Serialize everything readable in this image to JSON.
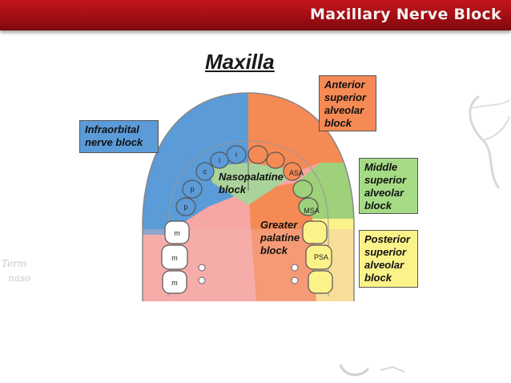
{
  "slide": {
    "title": "Maxillary Nerve Block",
    "heading": "Maxilla"
  },
  "regions": {
    "infraorbital": {
      "label": "Infraorbital\nnerve block",
      "color": "#5a9bd8"
    },
    "asa": {
      "label": "Anterior\nsuperior\nalveolar\nblock",
      "color": "#f58a55"
    },
    "msa": {
      "label": "Middle\nsuperior\nalveolar\nblock",
      "color": "#9fd07a"
    },
    "psa": {
      "label": "Posterior\nsuperior\nalveolar\nblock",
      "color": "#fbf38a"
    },
    "nasopalatine": {
      "label": "Nasopalatine\nblock",
      "color": "#a9d39a"
    },
    "greater_palatine": {
      "label": "Greater\npalatine\nblock",
      "color": "#f6a7a4"
    }
  },
  "tooth_labels": {
    "central": "i",
    "lateral": "i",
    "canine": "c",
    "premolar1": "p",
    "premolar2": "p",
    "molar1": "m",
    "molar2": "m",
    "molar3": "m",
    "asa_tag": "ASA",
    "msa_tag": "MSA",
    "psa_tag": "PSA"
  },
  "faint_text": {
    "left_line1": "Term",
    "left_line2": "naso"
  }
}
